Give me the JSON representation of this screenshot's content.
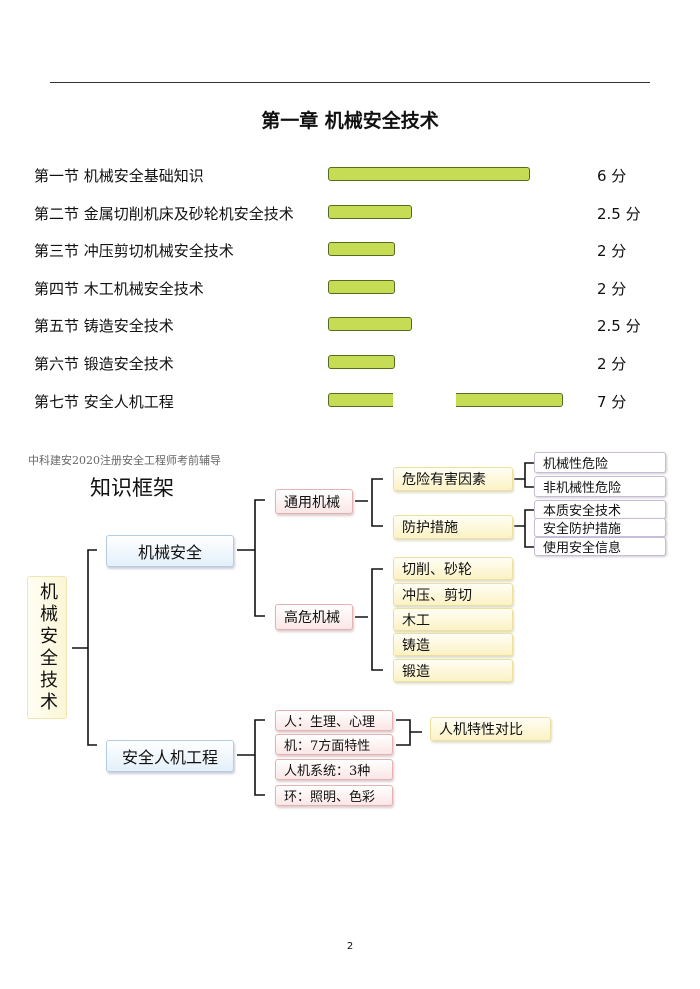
{
  "title": "第一章   机械安全技术",
  "sections": [
    {
      "label": "第一节  机械安全基础知识",
      "score": 6,
      "score_text": "6 分"
    },
    {
      "label": "第二节  金属切削机床及砂轮机安全技术",
      "score": 2.5,
      "score_text": "2.5 分"
    },
    {
      "label": "第三节  冲压剪切机械安全技术",
      "score": 2,
      "score_text": "2 分"
    },
    {
      "label": "第四节  木工机械安全技术",
      "score": 2,
      "score_text": "2 分"
    },
    {
      "label": "第五节  铸造安全技术",
      "score": 2.5,
      "score_text": "2.5 分"
    },
    {
      "label": "第六节  锻造安全技术",
      "score": 2,
      "score_text": "2 分"
    },
    {
      "label": "第七节  安全人机工程",
      "score": 7,
      "score_text": "7 分"
    }
  ],
  "bar_color": "#c6dc55",
  "framework": {
    "header": "中科建安2020注册安全工程师考前辅导",
    "heading": "知识框架",
    "root": "机械安全技术",
    "l1": [
      "机械安全",
      "安全人机工程"
    ],
    "general": "通用机械",
    "high_risk": "高危机械",
    "hazard": "危险有害因素",
    "protect": "防护措施",
    "hazard_items": [
      "机械性危险",
      "非机械性危险"
    ],
    "protect_items": [
      "本质安全技术",
      "安全防护措施",
      "使用安全信息"
    ],
    "high_risk_items": [
      "切削、砂轮",
      "冲压、剪切",
      "木工",
      "铸造",
      "锻造"
    ],
    "ergo_items": [
      "人：生理、心理",
      "机：7方面特性",
      "人机系统：3种",
      "环：照明、色彩"
    ],
    "compare": "人机特性对比"
  },
  "page_number": "2"
}
